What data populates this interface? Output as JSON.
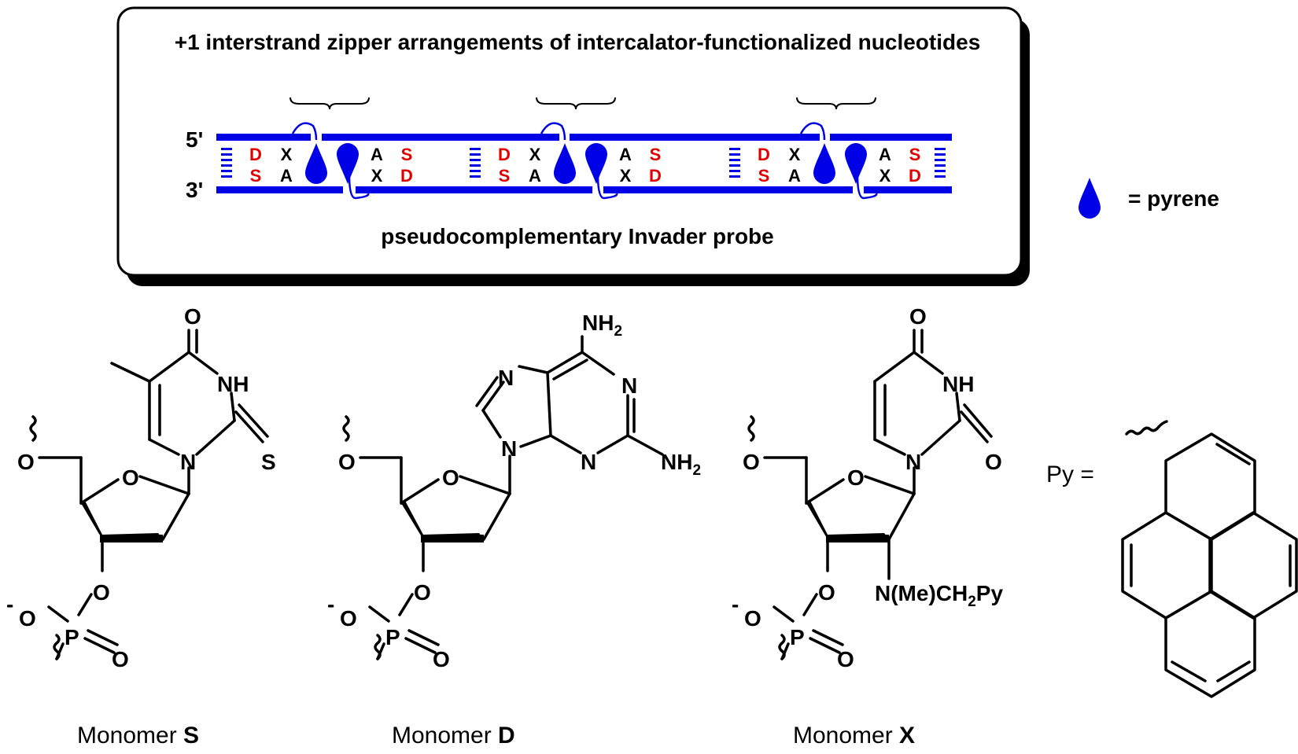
{
  "panel": {
    "title": "+1 interstrand zipper arrangements of intercalator-functionalized nucleotides",
    "subtitle": "pseudocomplementary Invader probe",
    "end_top": "5'",
    "end_bottom": "3'",
    "strand_color": "#0000e6",
    "pseudo_color": "#e00000",
    "top_row": [
      "D",
      "X",
      "A",
      "S"
    ],
    "bottom_row": [
      "S",
      "A",
      "X",
      "D"
    ]
  },
  "legend": {
    "label": "= pyrene",
    "icon": "pyrene-droplet-icon"
  },
  "monomers": {
    "S": {
      "caption_prefix": "Monomer ",
      "caption_bold": "S",
      "atoms": {
        "O_carbonyl": "O",
        "NH": "NH",
        "N1": "N",
        "S": "S",
        "O_ring": "O",
        "O_5": "O",
        "O_3": "O",
        "O_minus": "O",
        "P": "P",
        "O_double": "O",
        "minus": "-"
      }
    },
    "D": {
      "caption_prefix": "Monomer ",
      "caption_bold": "D",
      "atoms": {
        "NH2_top": "NH",
        "NH2_top_sub": "2",
        "N7": "N",
        "N1": "N",
        "N9": "N",
        "N3": "N",
        "NH2_right": "NH",
        "NH2_right_sub": "2",
        "O_ring": "O",
        "O_5": "O",
        "O_3": "O",
        "O_minus": "O",
        "P": "P",
        "O_double": "O",
        "minus": "-"
      }
    },
    "X": {
      "caption_prefix": "Monomer ",
      "caption_bold": "X",
      "atoms": {
        "O_carbonyl": "O",
        "NH": "NH",
        "N1": "N",
        "O_2": "O",
        "O_ring": "O",
        "O_5": "O",
        "O_3": "O",
        "O_minus": "O",
        "P": "P",
        "O_double": "O",
        "minus": "-",
        "substituent_a": "N(Me)CH",
        "substituent_sub": "2",
        "substituent_b": "Py"
      }
    }
  },
  "pyrene_label": "Py ="
}
